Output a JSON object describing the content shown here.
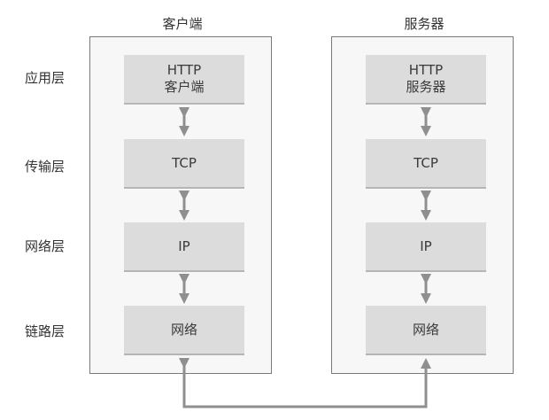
{
  "columns": {
    "client_title": "客户端",
    "server_title": "服务器"
  },
  "layers": {
    "application": "应用层",
    "transport": "传输层",
    "network": "网络层",
    "link": "链路层"
  },
  "client_boxes": {
    "application_line1": "HTTP",
    "application_line2": "客户端",
    "transport": "TCP",
    "network": "IP",
    "link": "网络"
  },
  "server_boxes": {
    "application_line1": "HTTP",
    "application_line2": "服务器",
    "transport": "TCP",
    "network": "IP",
    "link": "网络"
  },
  "colors": {
    "frame_border": "#7a7a7a",
    "frame_fill": "#f7f7f7",
    "box_fill": "#dcdcdc",
    "arrow": "#8f8f8f"
  }
}
